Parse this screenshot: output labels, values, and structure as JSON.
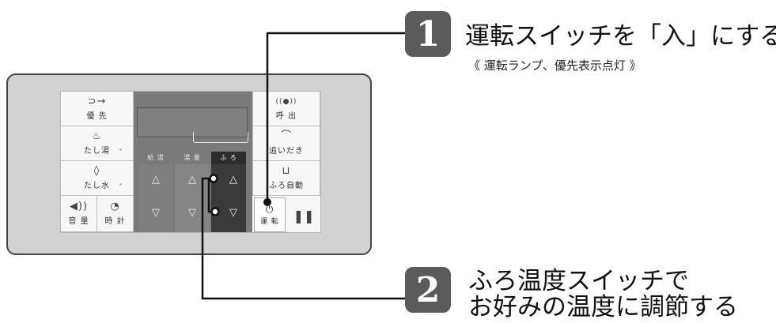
{
  "panel": {
    "buttons": {
      "yusen": "優 先",
      "yobidashi": "呼 出",
      "tashiyu": "たし湯",
      "oidaki": "追いだき",
      "tashimizu": "たし水",
      "furo_jido": "ふろ自動",
      "onryo": "音 量",
      "tokei": "時 計",
      "unten": "運 転"
    },
    "columns": {
      "kyuto": "給 湯",
      "yuryo": "湯 量",
      "furo": "ふ ろ"
    },
    "arrows": {
      "up": "△",
      "down": "▽"
    },
    "icons": {
      "priority": "⊃→",
      "call": "((●))",
      "add_hot_water": "♨",
      "reheat": "⌒",
      "add_cold_water": "◊",
      "auto_bath": "⊔",
      "volume": "◀))",
      "clock": "◔",
      "power": "⏻",
      "pause": "❚❚"
    }
  },
  "step1": {
    "number": "1",
    "title": "運転スイッチを「入」にする",
    "subtitle": "《 運転ランプ、優先表示点灯 》"
  },
  "step2": {
    "number": "2",
    "title_line1": "ふろ温度スイッチで",
    "title_line2": "お好みの温度に調節する"
  }
}
